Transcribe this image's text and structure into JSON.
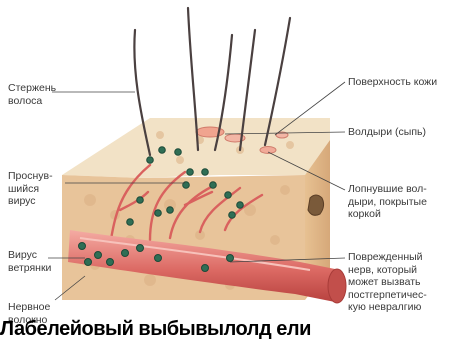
{
  "labels": {
    "hair_shaft": "Стержень\nволоса",
    "skin_surface": "Поверхность кожи",
    "blisters": "Волдыри (сыпь)",
    "awakened_virus": "Проснув-\nшийся\nвирус",
    "burst_blisters": "Лопнувшие вол-\nдыри, покрытые\nкоркой",
    "chickenpox_virus": "Вирус\nветрянки",
    "damaged_nerve": "Поврежденный\nнерв, который\nможет вызвать\nпостгерпетичес-\nкую невралгию",
    "nerve_fiber": "Нервное\nволокно"
  },
  "caption": "Лабелейовый выбывылолд ели",
  "colors": {
    "skin_top": "#f3e4c9",
    "skin_side": "#e8c79c",
    "skin_face": "#e6c39a",
    "nerve": "#d9615e",
    "nerve_light": "#f3a6a0",
    "virus": "#2f6e55",
    "hair": "#4a4040",
    "leader": "#444444"
  }
}
